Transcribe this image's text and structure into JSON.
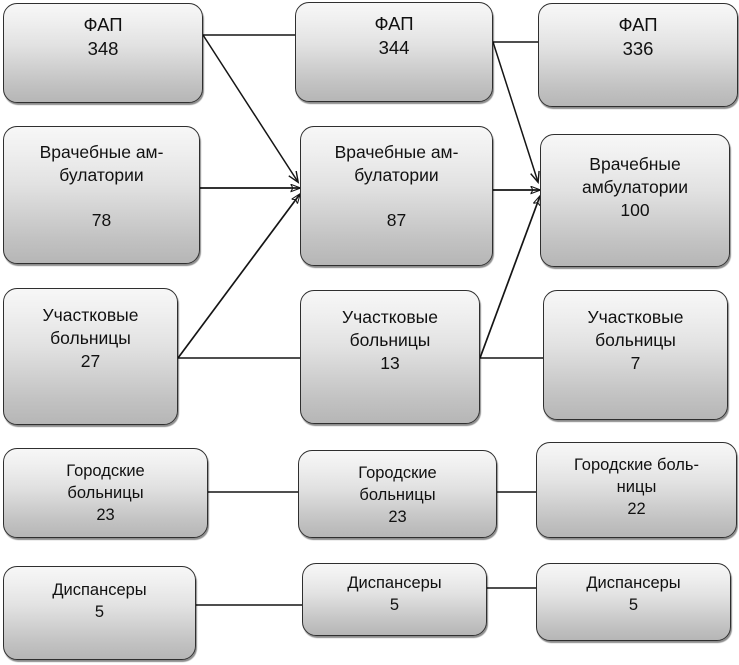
{
  "diagram": {
    "type": "flow-comparison-grid",
    "description": "Three-column comparison of rural/urban healthcare facility counts",
    "columns": 3,
    "rows": [
      {
        "row_name": "fap",
        "cells": [
          {
            "label": "ФАП",
            "value": "348"
          },
          {
            "label": "ФАП",
            "value": "344"
          },
          {
            "label": "ФАП",
            "value": "336"
          }
        ]
      },
      {
        "row_name": "vrachebnye-ambulatorii",
        "cells": [
          {
            "label": "Врачебные ам-\nбулатории",
            "value": "78"
          },
          {
            "label": "Врачебные ам-\nбулатории",
            "value": "87"
          },
          {
            "label": "Врачебные\nамбулатории",
            "value": "100"
          }
        ]
      },
      {
        "row_name": "uchastkovye-bolnicy",
        "cells": [
          {
            "label": "Участковые\nбольницы",
            "value": "27"
          },
          {
            "label": "Участковые\nбольницы",
            "value": "13"
          },
          {
            "label": "Участковые\nбольницы",
            "value": "7"
          }
        ]
      },
      {
        "row_name": "gorodskie-bolnicy",
        "cells": [
          {
            "label": "Городские\nбольницы",
            "value": "23"
          },
          {
            "label": "Городские\nбольницы",
            "value": "23"
          },
          {
            "label": "Городские боль-\nницы",
            "value": "22"
          }
        ]
      },
      {
        "row_name": "dispansery",
        "cells": [
          {
            "label": "Диспансеры",
            "value": "5"
          },
          {
            "label": "Диспансеры",
            "value": "5"
          },
          {
            "label": "Диспансеры",
            "value": "5"
          }
        ]
      }
    ],
    "connectors": [
      {
        "name": "fap-348-to-fap-344",
        "kind": "line"
      },
      {
        "name": "fap-348-to-ambulatorii-87",
        "kind": "arrow"
      },
      {
        "name": "fap-344-to-fap-336",
        "kind": "line"
      },
      {
        "name": "fap-344-to-ambulatorii-100",
        "kind": "arrow"
      },
      {
        "name": "ambulatorii-78-to-ambulatorii-87",
        "kind": "arrow"
      },
      {
        "name": "ambulatorii-87-to-ambulatorii-100",
        "kind": "arrow"
      },
      {
        "name": "bolnicy-27-to-ambulatorii-87",
        "kind": "arrow"
      },
      {
        "name": "bolnicy-27-to-bolnicy-13",
        "kind": "line"
      },
      {
        "name": "bolnicy-13-to-ambulatorii-100",
        "kind": "arrow"
      },
      {
        "name": "bolnicy-13-to-bolnicy-7",
        "kind": "line"
      },
      {
        "name": "gorodskie-23-to-gorodskie-23",
        "kind": "line"
      },
      {
        "name": "gorodskie-23-to-gorodskie-22",
        "kind": "line"
      },
      {
        "name": "dispansery-5-to-dispansery-5",
        "kind": "line"
      },
      {
        "name": "dispansery-5b-to-dispansery-5c",
        "kind": "line"
      }
    ]
  },
  "colors": {
    "box_border": "#2f2f2f",
    "box_fill_top": "#f7f7f7",
    "box_fill_bottom": "#b6b6b6",
    "connector": "#151515",
    "text": "#111111",
    "background": "#ffffff"
  }
}
